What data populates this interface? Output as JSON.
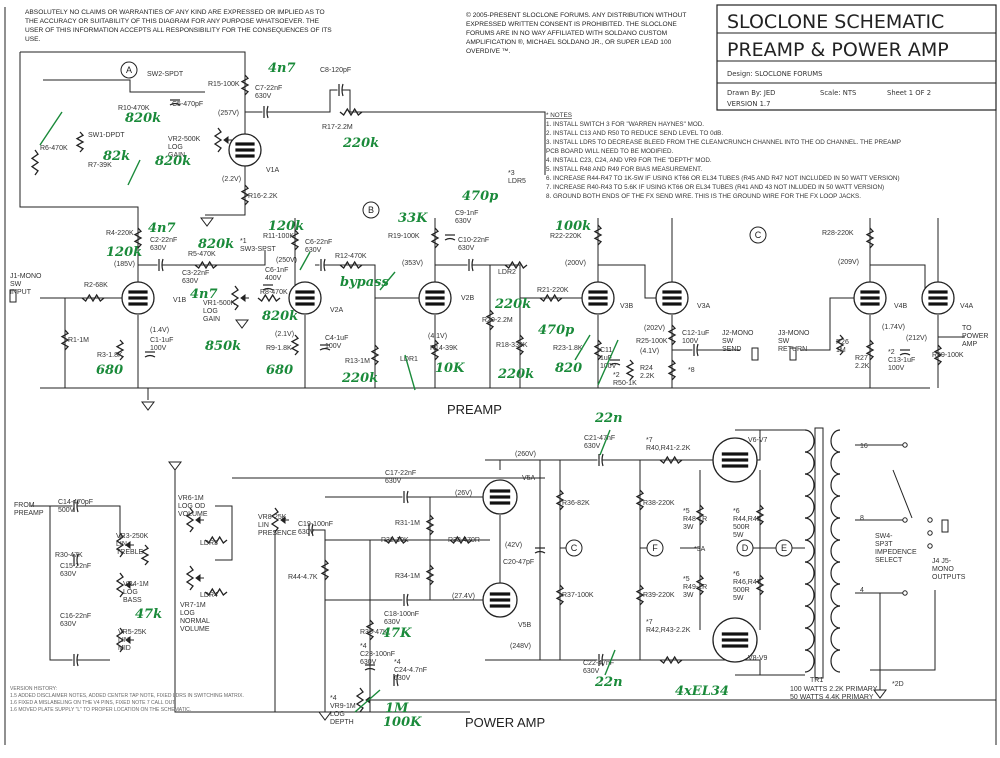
{
  "disclaimer": [
    "ABSOLUTELY NO CLAIMS OR WARRANTIES OF ANY KIND ARE EXPRESSED OR IMPLIED AS TO",
    "THE ACCURACY OR SUITABILITY OF THIS DIAGRAM FOR ANY PURPOSE WHATSOEVER. THE",
    "USER OF THIS INFORMATION ACCEPTS ALL RESPONSIBILITY FOR THE CONSEQUENCES OF ITS",
    "USE."
  ],
  "copyright": [
    "© 2005-PRESENT SLOCLONE FORUMS. ANY DISTRIBUTION WITHOUT",
    "EXPRESSED WRITTEN CONSENT IS PROHIBITED. THE SLOCLONE",
    "FORUMS ARE IN NO WAY AFFILIATED WITH SOLDANO CUSTOM",
    "AMPLIFICATION ®, MICHAEL SOLDANO JR., OR SUPER LEAD 100",
    "OVERDIVE ™."
  ],
  "title_block": {
    "title1": "SLOCLONE SCHEMATIC",
    "title2": "PREAMP & POWER AMP",
    "design": "Design: SLOCLONE FORUMS",
    "drawn_by": "Drawn By: JED",
    "scale": "Scale: NTS",
    "sheet": "Sheet 1 OF 2",
    "version": "VERSION 1.7"
  },
  "notes": {
    "heading": "* NOTES",
    "items": [
      "1.     INSTALL SWITCH 3 FOR \"WARREN HAYNES\" MOD.",
      "2.     INSTALL C13 AND R50 TO REDUCE SEND LEVEL TO 0dB.",
      "3.     INSTALL LDR5 TO DECREASE BLEED FROM THE CLEAN/CRUNCH CHANNEL INTO THE OD CHANNEL. THE PREAMP",
      "        PCB BOARD WILL NEED TO BE MODIFIED.",
      "4.     INSTALL C23, C24, AND VR9 FOR THE \"DEPTH\" MOD.",
      "5.     INSTALL R48 AND R49 FOR BIAS MEASUREMENT.",
      "6.     INCREASE R44-R47 TO 1K-5W IF USING KT66 OR EL34 TUBES (R45 AND R47 NOT INCLUDED IN 50 WATT VERSION)",
      "7.     INCREASE R40-R43 TO 5.6K IF USING KT66 OR EL34 TUBES (R41 AND 43 NOT INLUDED IN 50 WATT VERSION)",
      "8.     GROUND BOTH ENDS OF THE FX SEND WIRE. THIS IS THE GROUND WIRE FOR THE FX LOOP JACKS."
    ]
  },
  "version_history": {
    "heading": "VERSION HISTORY:",
    "items": [
      "1.5     ADDED DISCLAIMER NOTES, ADDED CENTER TAP NOTE, FIXED LDRS IN SWITCHING MATRIX.",
      "1.6     FIXED A MISLABELING ON THE V4 PINS, FIXED NOTE 7 CALL OUT.",
      "1.6     MOVED PLATE SUPPLY \"L\" TO PROPER LOCATION ON THE SCHEMATIC."
    ]
  },
  "sections": {
    "preamp": "PREAMP",
    "power_amp": "POWER AMP"
  },
  "connectors": {
    "a": "A",
    "b": "B",
    "c": "C",
    "c2": "C",
    "d": "D",
    "e": "E",
    "f": "F"
  },
  "tubes": {
    "v1a": "V1A",
    "v1b": "V1B",
    "v2a": "V2A",
    "v2b": "V2B",
    "v3b": "V3B",
    "v3a": "V3A",
    "v4b": "V4B",
    "v4a": "V4A",
    "v5a": "V5A",
    "v5b": "V5B",
    "v6v7": "V6-V7",
    "v8v9": "V8-V9"
  },
  "preamp_labels": {
    "sw2": "SW2-SPDT",
    "r15": "R15-100K",
    "c7": [
      "C7-22nF",
      "630V"
    ],
    "c8": "C8-120pF",
    "r17": "R17-2.2M",
    "v257": "(257V)",
    "r10": "R10-470K",
    "c5": "C5-470pF",
    "sw1": "SW1-DPDT",
    "vr2": [
      "VR2-500K",
      "LOG",
      "GAIN"
    ],
    "r6": "R6-470K",
    "r7": "R7-39K",
    "v22": "(2.2V)",
    "r16": "R16-2.2K",
    "r4": "R4-220K",
    "c2": [
      "C2-22nF",
      "630V"
    ],
    "sw3": [
      "*1",
      "SW3-SPST"
    ],
    "r5": "R5-470K",
    "v185": "(185V)",
    "c3": [
      "C3-22nF",
      "630V"
    ],
    "j1": [
      "J1-MONO",
      "SW",
      "INPUT"
    ],
    "r2": "R2-68K",
    "r1": "R1-1M",
    "r3": "R3-1.8K",
    "v14": "(1.4V)",
    "c1": [
      "C1-1uF",
      "100V"
    ],
    "vr1": [
      "VR1-500K",
      "LOG",
      "GAIN"
    ],
    "r11": "R11-100K",
    "c6": [
      "C6-22nF",
      "630V"
    ],
    "v250": "(250V)",
    "c6b": [
      "C6-1nF",
      "400V"
    ],
    "r8": "R8-470K",
    "v21": "(2.1V)",
    "r9": "R9-1.8K",
    "c4": [
      "C4-1uF",
      "100V"
    ],
    "r12": "R12-470K",
    "r13": "R13-1M",
    "ldr1": "LDR1",
    "r19": "R19-100K",
    "c9": [
      "C9-1nF",
      "630V"
    ],
    "c10": [
      "C10-22nF",
      "630V"
    ],
    "v353": "(353V)",
    "v41": "(4.1V)",
    "r14": "R14-39K",
    "ldr2": "LDR2",
    "r20": "R20-2.2M",
    "r18": "R18-330K",
    "r21": "R21-220K",
    "r22": "R22-220K",
    "v200": "(200V)",
    "r23": "R23-1.8K",
    "c11": [
      "C11",
      "1uF",
      "100V"
    ],
    "r50": [
      "*2",
      "R50-1K"
    ],
    "r24": [
      "R24",
      "2.2K"
    ],
    "c12": [
      "C12-1uF",
      "100V"
    ],
    "v202": "(202V)",
    "r25": "R25-100K",
    "v47": "(4.1V)",
    "n8": "*8",
    "j2": [
      "J2-MONO",
      "SW",
      "SEND"
    ],
    "j3": [
      "J3-MONO",
      "SW",
      "RETURN"
    ],
    "r28": "R28-220K",
    "v209": "(209V)",
    "r26": [
      "R26",
      "1M"
    ],
    "v174": "(1.74V)",
    "r27": [
      "R27",
      "2.2K"
    ],
    "c13": [
      "*2",
      "C13-1uF",
      "100V"
    ],
    "v212": "(212V)",
    "to_power": [
      "TO",
      "POWER",
      "AMP"
    ],
    "r29": "R29-100K",
    "ldr5": [
      "*3",
      "LDR5"
    ]
  },
  "power_labels": {
    "from_preamp": [
      "FROM",
      "PREAMP"
    ],
    "c14": [
      "C14-470pF",
      "500V"
    ],
    "r30": "R30-47K",
    "vr3": [
      "VR3-250K",
      "LIN",
      "TREBLE"
    ],
    "c15": [
      "C15-22nF",
      "630V"
    ],
    "vr4": [
      "VR4-1M",
      "LOG",
      "BASS"
    ],
    "c16": [
      "C16-22nF",
      "630V"
    ],
    "vr5": [
      "VR5-25K",
      "LIN",
      "MID"
    ],
    "vr6": [
      "VR6-1M",
      "LOG OD",
      "VOLUME"
    ],
    "ldr3": "LDR3",
    "ldr4": "LDR4",
    "vr7": [
      "VR7-1M",
      "LOG",
      "NORMAL",
      "VOLUME"
    ],
    "vr8": [
      "VR8-25K",
      "LIN",
      "PRESENCE"
    ],
    "c19": [
      "C19-100nF",
      "630V"
    ],
    "r44": "R44-4.7K",
    "c17": [
      "C17-22nF",
      "630V"
    ],
    "v26": "(26V)",
    "r31": "R31-1M",
    "r32": "R32-10K",
    "r33": "R33-470R",
    "v42": "(42V)",
    "c20": "C20-47pF",
    "r34": "R34-1M",
    "v274": "(27.4V)",
    "c18": [
      "C18-100nF",
      "630V"
    ],
    "r35": "R35-47K",
    "c23": [
      "*4",
      "C23-100nF",
      "630V"
    ],
    "c24": [
      "*4",
      "C24-4.7nF",
      "630V"
    ],
    "vr9": [
      "*4",
      "VR9-1M",
      "LOG",
      "DEPTH"
    ],
    "v260": "(260V)",
    "v248": "(248V)",
    "c21": [
      "C21-47nF",
      "630V"
    ],
    "r36": "R36-82K",
    "r37": "R37-100K",
    "r38": "R38-220K",
    "r39": "R39-220K",
    "c22": [
      "C22-47nF",
      "630V"
    ],
    "r40": [
      "*7",
      "R40,R41-2.2K"
    ],
    "r42": [
      "*7",
      "R42,R43-2.2K"
    ],
    "r48": [
      "*5",
      "R48-1R",
      "3W"
    ],
    "r49": [
      "*5",
      "R49-1R",
      "3W"
    ],
    "n3a": "*3A",
    "r44b": [
      "*6",
      "R44,R45",
      "500R",
      "5W"
    ],
    "r46": [
      "*6",
      "R46,R47",
      "500R",
      "5W"
    ],
    "tr1": "TR1",
    "tr1_desc": [
      "100 WATTS 2.2K PRIMARY",
      "50 WATTS 4.4K PRIMARY"
    ],
    "tap16": "16",
    "tap8": "8",
    "tap4": "4",
    "sw4": [
      "SW4-",
      "SP3T",
      "IMPEDENCE",
      "SELECT"
    ],
    "j4": [
      "J4 J5-",
      "MONO",
      "OUTPUTS"
    ],
    "n2d": "*2D"
  },
  "handwritten": {
    "h1": "4n7",
    "h2": "220k",
    "h3": "820k",
    "h4": "82k",
    "h5": "820k",
    "h6": "470p",
    "h7": "33K",
    "h8": "100k",
    "h9": "4n7",
    "h10": "120k",
    "h11": "120k",
    "h12": "820k",
    "h13": "bypass",
    "h14": "4n7",
    "h15": "220k",
    "h16": "470p",
    "h17": "820k",
    "h18": "850k",
    "h19": "680",
    "h20": "680",
    "h21": "220k",
    "h22": "10K",
    "h23": "220k",
    "h24": "820",
    "h25": "22n",
    "h26": "47k",
    "h27": "47K",
    "h28": "22n",
    "h29": "4xEL34",
    "h30": "1M",
    "h31": "100K"
  },
  "colors": {
    "ink": "#222222",
    "handwriting": "#1a8a3a",
    "paper": "#ffffff"
  }
}
